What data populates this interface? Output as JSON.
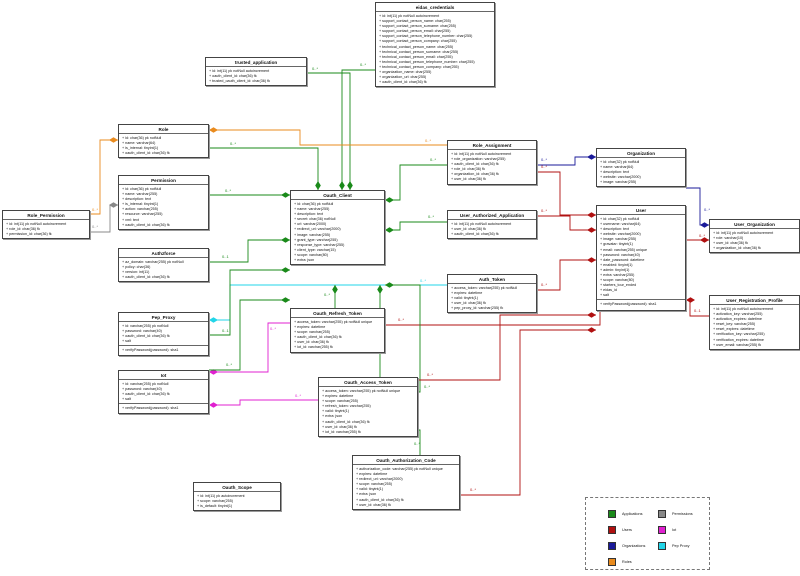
{
  "entities": {
    "trusted_application": {
      "title": "trusted_application",
      "fields": [
        "+ id: int(11) pk notNull autoincrement",
        "+ oauth_client_id: char(36) fk",
        "+ trusted_oauth_client_id: char(36) fk"
      ]
    },
    "eidas_credentials": {
      "title": "eidas_credentials",
      "fields": [
        "+ id: int(11) pk notNull autoincrement",
        "+ support_contact_person_name: char(255)",
        "+ support_contact_person_surname: char(255)",
        "+ support_contact_person_email: char(255)",
        "+ support_contact_person_telephone_number: char(255)",
        "+ support_contact_person_company: char(255)",
        "+ technical_contact_person_name: char(255)",
        "+ technical_contact_person_surname: char(255)",
        "+ technical_contact_person_email: char(255)",
        "+ technical_contact_person_telephone_number: char(255)",
        "+ technical_contact_person_company: char(255)",
        "+ organization_name: char(255)",
        "+ organization_url: char(255)",
        "+ oauth_client_id: char(36) fk"
      ]
    },
    "role": {
      "title": "Role",
      "fields": [
        "+ id: char(36) pk notNull",
        "+ name: varchar(64)",
        "+ is_internal: tinyint(1)",
        "+ oauth_client_id: char(36) fk"
      ]
    },
    "role_assignment": {
      "title": "Role_Assignment",
      "fields": [
        "+ id: int(11) pk notNull autoincrement",
        "+ role_organization: varchar(255)",
        "+ oauth_client_id: char(36) fk",
        "+ role_id: char(36) fk",
        "+ organization_id: char(36) fk",
        "+ user_id: char(36) fk"
      ]
    },
    "organization": {
      "title": "Organization",
      "fields": [
        "+ id: char(32) pk notNull",
        "+ name: varchar(64)",
        "+ description: text",
        "+ website: varchar(2000)",
        "+ image: varchar(255)"
      ]
    },
    "role_permission": {
      "title": "Role_Permission",
      "fields": [
        "+ id: int(11) pk notNull autoincrement",
        "+ role_id: char(36) fk",
        "+ permission_id: char(36) fk"
      ]
    },
    "permission": {
      "title": "Permission",
      "fields": [
        "+ id: char(36) pk notNull",
        "+ name: varchar(255)",
        "+ description: text",
        "+ is_internal: tinyint(1)",
        "+ action: varchar(255)",
        "+ resource: varchar(255)",
        "+ xml: text",
        "+ oauth_client_id: char(36) fk"
      ]
    },
    "oauth_client": {
      "title": "Oauth_Client",
      "fields": [
        "+ id: char(36) pk notNull",
        "+ name: varchar(255)",
        "+ description: text",
        "+ secret: char(36) notNull",
        "+ url: varchar(2000)",
        "+ redirect_uri: varchar(2000)",
        "+ image: varchar(255)",
        "+ grant_type: varchar(255)",
        "+ response_type: varchar(255)",
        "+ client_type: varchar(15)",
        "+ scope: varchar(80)",
        "+ extra: json"
      ]
    },
    "user_authorized_application": {
      "title": "User_Authorized_Application",
      "fields": [
        "+ id: int(11) pk notNull autoincrement",
        "+ user_id: char(36) fk",
        "+ oauth_client_id: char(36) fk"
      ]
    },
    "user": {
      "title": "User",
      "fields": [
        "+ id: char(32) pk notNull",
        "+ username: varchar(64)",
        "+ description: text",
        "+ website: varchar(2000)",
        "+ image: varchar(255)",
        "+ gravatar: tinyint(1)",
        "+ email: varchar(255) unique",
        "+ password: varchar(40)",
        "+ date_password: datetime",
        "+ enabled: tinyint(1)",
        "+ admin: tinyint(1)",
        "+ extra: varchar(255)",
        "+ scope: varchar(80)",
        "+ starters_tour_ended",
        "+ eidas_id",
        "+ salt"
      ],
      "methods": [
        "+ verifyPassword(password): sha1"
      ]
    },
    "user_organization": {
      "title": "User_Organization",
      "fields": [
        "+ id: int(11) pk notNull autoincrement",
        "+ role: varchar(10)",
        "+ user_id: char(36) fk",
        "+ organization_id: char(36) fk"
      ]
    },
    "authzforce": {
      "title": "Authzforce",
      "fields": [
        "+ az_domain: varchar(255) pk notNull",
        "+ policy: char(36)",
        "+ version: int(11)",
        "+ oauth_client_id: char(36) fk"
      ]
    },
    "auth_token": {
      "title": "Auth_Token",
      "fields": [
        "+ access_token: varchar(255) pk notNull",
        "+ expires: datetime",
        "+ valid: tinyint(1)",
        "+ user_id: char(36) fk",
        "+ pep_proxy_id: varchar(255) fk"
      ]
    },
    "pep_proxy": {
      "title": "Pep_Proxy",
      "fields": [
        "+ id: varchar(255) pk notNull",
        "+ password: varchar(40)",
        "+ oauth_client_id: char(36) fk",
        "+ salt"
      ],
      "methods": [
        "+ verifyPassword(password): sha1"
      ]
    },
    "oauth_refresh_token": {
      "title": "Oauth_Refresh_Token",
      "fields": [
        "+ access_token: varchar(255) pk notNull unique",
        "+ expires: datetime",
        "+ scope: varchar(255)",
        "+ oauth_client_id: char(36) fk",
        "+ user_id: char(36) fk",
        "+ iot_id: varchar(255) fk"
      ]
    },
    "user_registration_profile": {
      "title": "User_Registration_Profile",
      "fields": [
        "+ id: int(11) pk notNull autoincrement",
        "+ activation_key: varchar(255)",
        "+ activation_expires: datetime",
        "+ reset_key: varchar(255)",
        "+ reset_expires: datetime",
        "+ verification_key: varchar(255)",
        "+ verification_expires: datetime",
        "+ user_email: varchar(255) fk"
      ]
    },
    "iot": {
      "title": "Iot",
      "fields": [
        "+ id: varchar(255) pk notNull",
        "+ password: varchar(40)",
        "+ oauth_client_id: char(36) fk",
        "+ salt"
      ],
      "methods": [
        "+ verifyPassword(password): sha1"
      ]
    },
    "oauth_access_token": {
      "title": "Oauth_Access_Token",
      "fields": [
        "+ access_token: varchar(255) pk notNull unique",
        "+ expires: datetime",
        "+ scope: varchar(255)",
        "+ refresh_token: varchar(255)",
        "+ valid: tinyint(1)",
        "+ extra: json",
        "+ oauth_client_id: char(36) fk",
        "+ user_id: char(36) fk",
        "+ iot_id: varchar(255) fk"
      ]
    },
    "oauth_authorization_code": {
      "title": "Oauth_Authorization_Code",
      "fields": [
        "+ authorization_code: varchar(255) pk notNull unique",
        "+ expires: datetime",
        "+ redirect_uri: varchar(2000)",
        "+ scope: varchar(255)",
        "+ valid: tinyint(1)",
        "+ extra: json",
        "+ oauth_client_id: char(36) fk",
        "+ user_id: char(36) fk"
      ]
    },
    "oauth_scope": {
      "title": "Oauth_Scope",
      "fields": [
        "+ id: int(11) pk autoincrement",
        "+ scope: varchar(255)",
        "+ is_default: tinyint(1)"
      ]
    }
  },
  "relations": [
    {
      "id": "r-trusted-client",
      "color": "#1a8a1a",
      "label": "0..*"
    },
    {
      "id": "r-eidas-client",
      "color": "#1a8a1a",
      "label": "0..*"
    },
    {
      "id": "r-role-client",
      "color": "#1a8a1a",
      "label": "0..*"
    },
    {
      "id": "r-roleassign-client",
      "color": "#1a8a1a",
      "label": "0..*"
    },
    {
      "id": "r-roleassign-org",
      "color": "#1a1a99",
      "label": "0..*"
    },
    {
      "id": "r-roleassign-role",
      "color": "#e98b1e",
      "label": "0..*"
    },
    {
      "id": "r-roleassign-user",
      "color": "#b01010",
      "label": "0..*"
    },
    {
      "id": "r-roleperm-role",
      "color": "#e98b1e",
      "label": "0..*"
    },
    {
      "id": "r-roleperm-perm",
      "color": "#888888",
      "label": "0..*"
    },
    {
      "id": "r-perm-client",
      "color": "#1a8a1a",
      "label": "0..*"
    },
    {
      "id": "r-authz-client",
      "color": "#1a8a1a",
      "label": "0..1"
    },
    {
      "id": "r-uaa-client",
      "color": "#1a8a1a",
      "label": "0..*"
    },
    {
      "id": "r-uaa-user",
      "color": "#b01010",
      "label": "0..*"
    },
    {
      "id": "r-userorg-org",
      "color": "#1a1a99",
      "label": "0..*"
    },
    {
      "id": "r-userorg-user",
      "color": "#b01010",
      "label": "0..*"
    },
    {
      "id": "r-authtoken-user",
      "color": "#b01010",
      "label": "0..*"
    },
    {
      "id": "r-authtoken-pep",
      "color": "#22d5e8",
      "label": "0..*"
    },
    {
      "id": "r-pep-client",
      "color": "#1a8a1a",
      "label": "0..1"
    },
    {
      "id": "r-refresh-client",
      "color": "#1a8a1a",
      "label": "0..*"
    },
    {
      "id": "r-refresh-iot",
      "color": "#e020d0",
      "label": "0..*"
    },
    {
      "id": "r-refresh-user",
      "color": "#b01010",
      "label": "0..*"
    },
    {
      "id": "r-urp-user",
      "color": "#b01010",
      "label": "0..1"
    },
    {
      "id": "r-iot-client",
      "color": "#1a8a1a",
      "label": "0..*"
    },
    {
      "id": "r-access-client",
      "color": "#1a8a1a",
      "label": "0..*"
    },
    {
      "id": "r-access-user",
      "color": "#b01010",
      "label": "0..*"
    },
    {
      "id": "r-access-iot",
      "color": "#e020d0",
      "label": "0..*"
    },
    {
      "id": "r-code-client",
      "color": "#1a8a1a",
      "label": "0..*"
    },
    {
      "id": "r-code-user",
      "color": "#b01010",
      "label": "0..*"
    }
  ],
  "legend": {
    "items": [
      {
        "label": "Applications",
        "color": "#1a8a1a"
      },
      {
        "label": "Permissions",
        "color": "#888888"
      },
      {
        "label": "Users",
        "color": "#b01010"
      },
      {
        "label": "Iot",
        "color": "#e020d0"
      },
      {
        "label": "Organizations",
        "color": "#1a1a99"
      },
      {
        "label": "Pep Proxy",
        "color": "#22d5e8"
      },
      {
        "label": "Roles",
        "color": "#e98b1e"
      }
    ]
  }
}
